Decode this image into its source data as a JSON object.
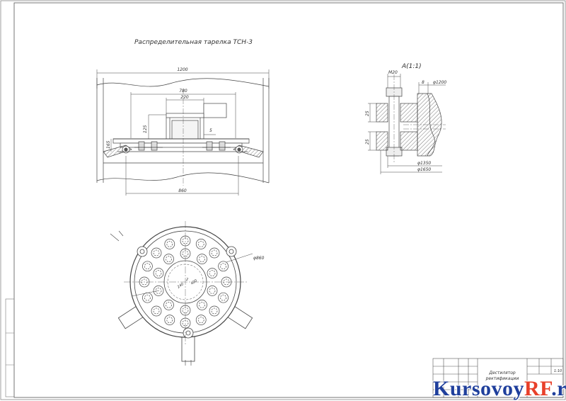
{
  "drawing": {
    "title": "Распределительная тарелка ТСН-3",
    "section_label": "A(1:1)",
    "dims_main": {
      "width": "1200",
      "d780": "780",
      "d220": "220",
      "d125": "125",
      "d5": "5",
      "d165": "165",
      "d860": "860"
    },
    "dims_section": {
      "m20": "M20",
      "d8": "8",
      "phi1200": "φ1200",
      "d25a": "25",
      "d25b": "25",
      "phi1350": "φ1350",
      "phi1650": "φ1650"
    },
    "dims_plan": {
      "phi860": "φ860",
      "d240": "240",
      "d2": "2",
      "d420": "420"
    }
  },
  "title_block": {
    "name_line1": "Дестилятор",
    "name_line2": "ректификации",
    "scale": "1:10"
  },
  "watermark": {
    "part1": "Kursovoy",
    "part2": "RF",
    "part3": ".ru"
  }
}
